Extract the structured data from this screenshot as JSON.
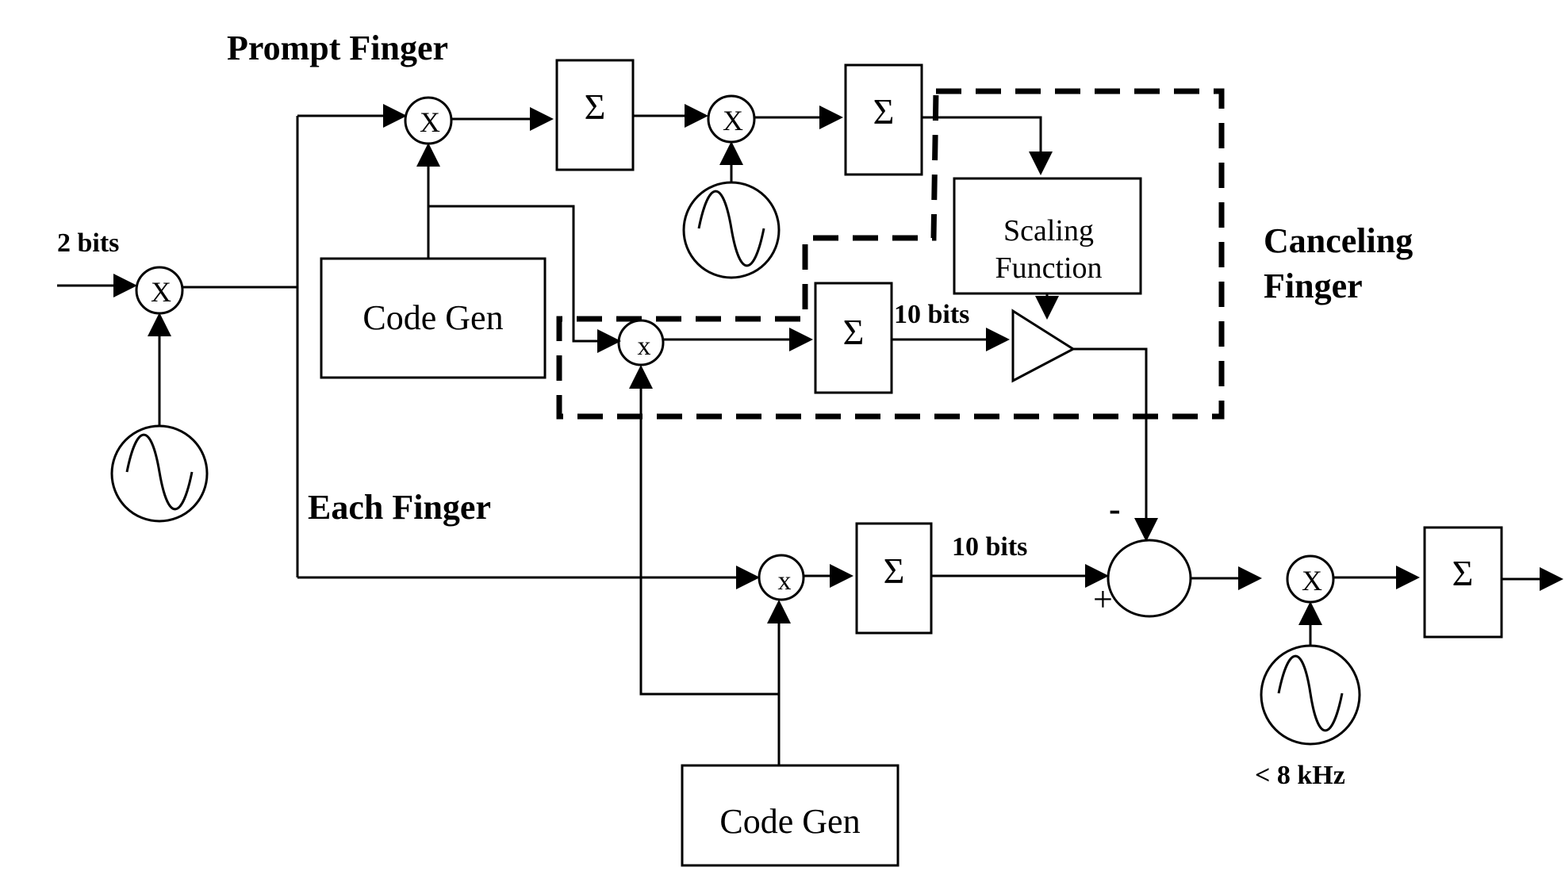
{
  "labels": {
    "prompt_finger": "Prompt Finger",
    "each_finger": "Each Finger",
    "canceling_finger_line1": "Canceling",
    "canceling_finger_line2": "Finger",
    "input_bits": "2 bits",
    "bits_upper": "10 bits",
    "bits_lower": "10 bits",
    "freq": "< 8 kHz",
    "plus_sign": "+",
    "minus_sign": "-"
  },
  "blocks": {
    "code_gen_upper": "Code Gen",
    "code_gen_lower": "Code Gen",
    "scaling_line1": "Scaling",
    "scaling_line2": "Function"
  },
  "symbols": {
    "sum": "Σ",
    "mult_upper": "X",
    "mult_lower": "x"
  }
}
